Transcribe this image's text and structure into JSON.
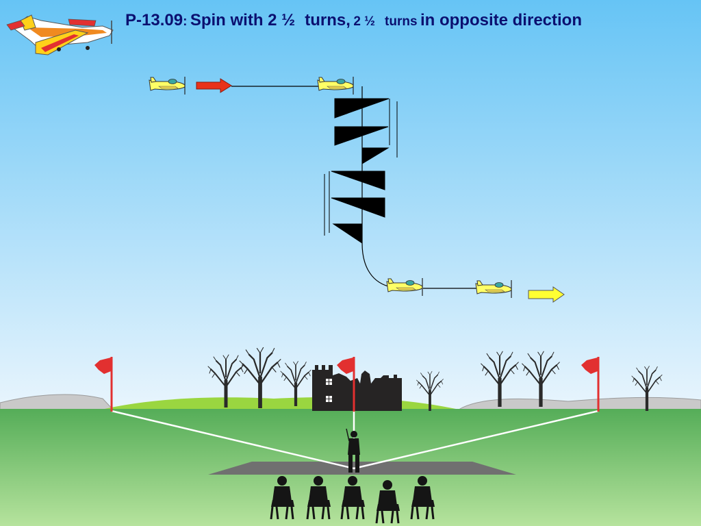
{
  "title": {
    "code": "P-13.09",
    "colon": ":",
    "part1": "Spin with 2 ½",
    "part2": "turns,",
    "part3": "2 ½",
    "part4": "turns",
    "part5": "in opposite direction"
  },
  "colors": {
    "sky_top": "#66c4f5",
    "sky_bottom": "#e9f5fd",
    "grass_top": "#55ad58",
    "grass_bottom": "#b6e39d",
    "entry_arrow": "#e8321a",
    "exit_arrow": "#ffff33",
    "plane_body": "#ffff66",
    "flag": "#e23030",
    "spin_marks": "#000000"
  },
  "icons": [
    "model-airplane-logo-icon",
    "plane-icon",
    "arrow-right-icon",
    "flag-icon",
    "tree-icon",
    "castle-ruin-icon",
    "pilot-icon",
    "spectator-icon"
  ]
}
